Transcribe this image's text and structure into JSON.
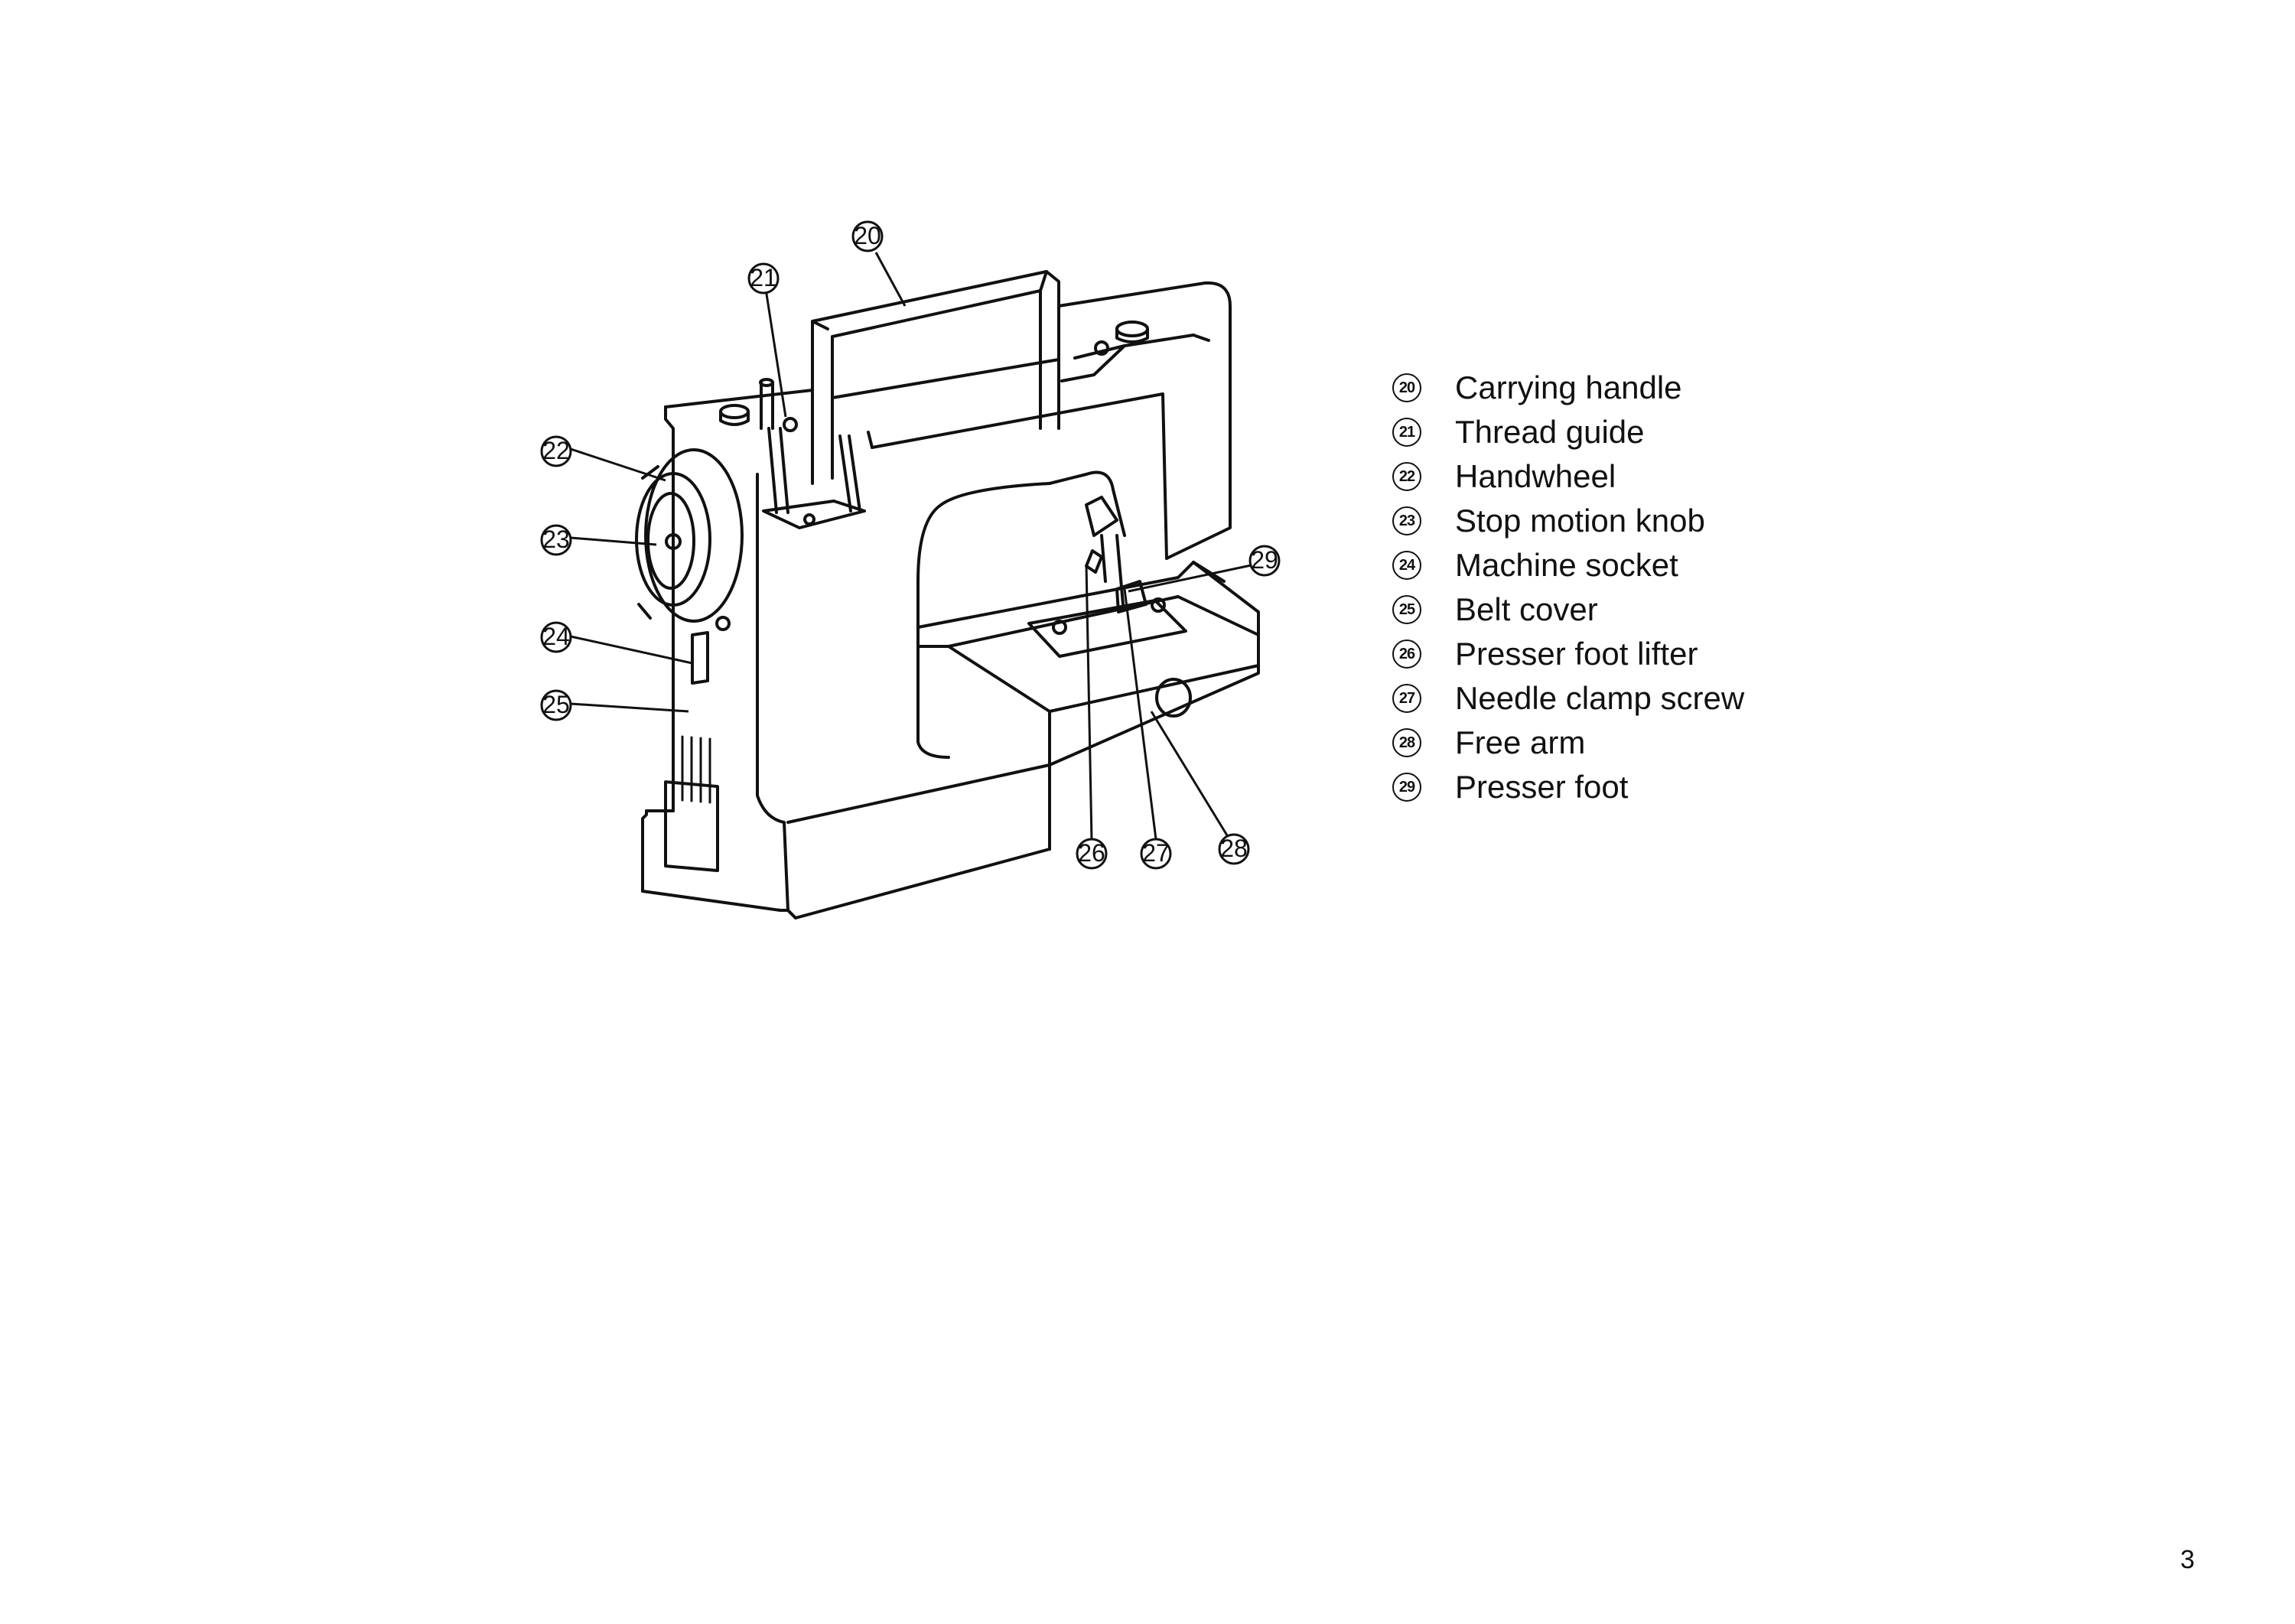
{
  "callouts": [
    {
      "number": "20",
      "label": "Carrying handle"
    },
    {
      "number": "21",
      "label": "Thread guide"
    },
    {
      "number": "22",
      "label": "Handwheel"
    },
    {
      "number": "23",
      "label": "Stop motion knob"
    },
    {
      "number": "24",
      "label": "Machine socket"
    },
    {
      "number": "25",
      "label": "Belt cover"
    },
    {
      "number": "26",
      "label": "Presser foot lifter"
    },
    {
      "number": "27",
      "label": "Needle clamp screw"
    },
    {
      "number": "28",
      "label": "Free arm"
    },
    {
      "number": "29",
      "label": "Presser foot"
    }
  ],
  "page_number": "3"
}
